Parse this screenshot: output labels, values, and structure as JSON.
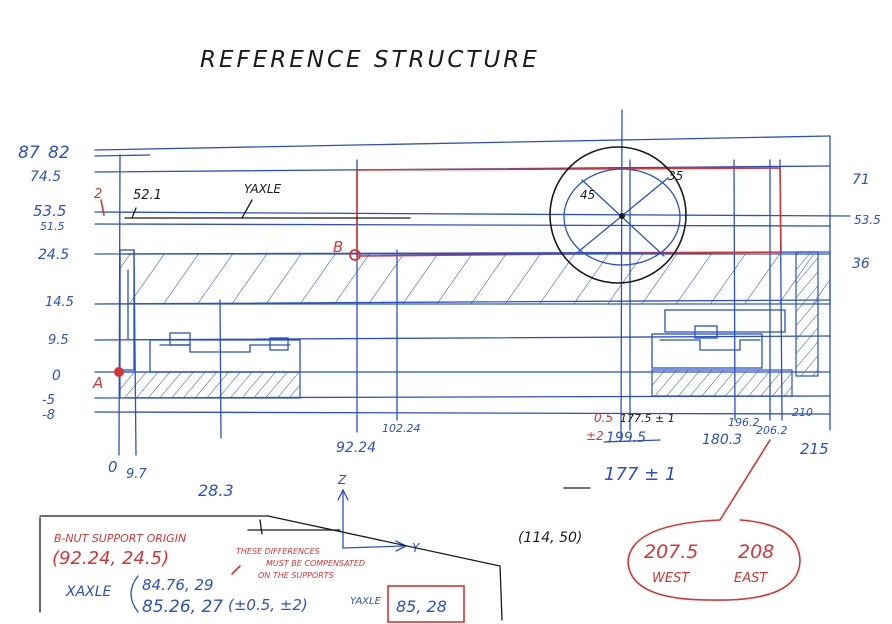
{
  "title": "REFERENCE STRUCTURE",
  "left_dims": [
    "87",
    "82",
    "74.5",
    "53.5",
    "51.5",
    "24.5",
    "14.5",
    "9.5",
    "0",
    "-5",
    "-8"
  ],
  "right_dims": [
    "71",
    "53.5",
    "36"
  ],
  "bottom_dims": [
    "0",
    "9.7",
    "28.3",
    "92.24",
    "102.24",
    "0.5",
    "±2",
    "177.5 ± 1",
    "199.5",
    "180.3",
    "196.2",
    "206.2",
    "210",
    "215"
  ],
  "center_value": "177 ± 1",
  "labels": {
    "two": "2",
    "y_axle_val": "52.1",
    "y_axle_label": "YAXLE",
    "point_b": "B",
    "point_a": "A",
    "circle_d": "45",
    "circle_r": "35",
    "axis_z": "Z",
    "axis_y": "Y"
  },
  "notes": {
    "origin_title": "B-NUT SUPPORT ORIGIN",
    "origin_value": "(92.24, 24.5)",
    "diff_1": "THESE DIFFERENCES",
    "diff_2": "MUST BE COMPENSATED",
    "diff_3": "ON THE SUPPORTS",
    "xaxle_label": "XAXLE",
    "xaxle_v1": "84.76, 29",
    "xaxle_v2": "85.26, 27",
    "tolerance": "(±0.5, ±2)",
    "yaxle_label": "YAXLE",
    "yaxle_value": "85, 28",
    "coord": "(114, 50)",
    "west_value": "207.5",
    "west_label": "WEST",
    "east_value": "208",
    "east_label": "EAST"
  },
  "colors": {
    "blue": "#2a50c8",
    "red": "#d83434",
    "black": "#1a1a1a"
  }
}
